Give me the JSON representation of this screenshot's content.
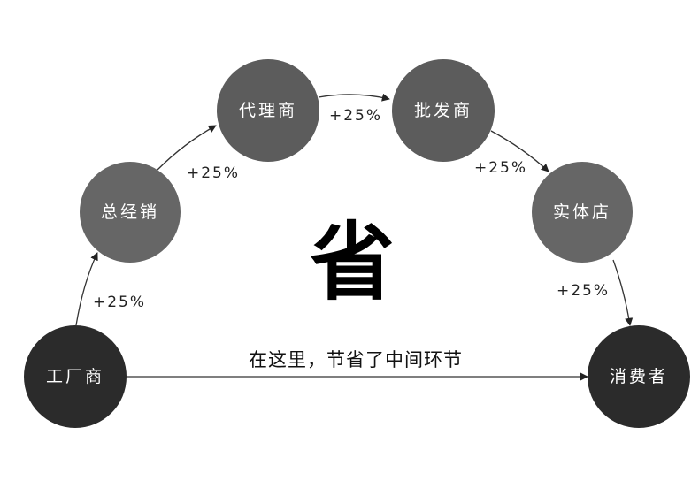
{
  "nodes": {
    "factory": {
      "label": "工厂商",
      "color": "#2b2b2b"
    },
    "distributor": {
      "label": "总经销",
      "color": "#666666"
    },
    "agent": {
      "label": "代理商",
      "color": "#5c5c5c"
    },
    "wholesaler": {
      "label": "批发商",
      "color": "#5c5c5c"
    },
    "retailer": {
      "label": "实体店",
      "color": "#666666"
    },
    "consumer": {
      "label": "消费者",
      "color": "#2b2b2b"
    }
  },
  "markups": [
    "+25%",
    "+25%",
    "+25%",
    "+25%",
    "+25%"
  ],
  "center_char": "省",
  "caption": "在这里，节省了中间环节"
}
